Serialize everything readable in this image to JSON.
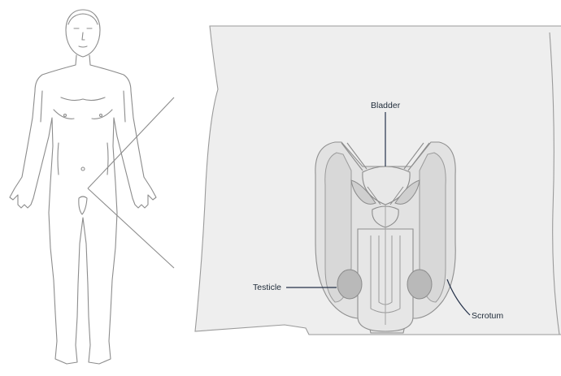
{
  "labels": {
    "bladder": "Bladder",
    "testicle": "Testicle",
    "scrotum": "Scrotum"
  },
  "colors": {
    "outline": "#8a8a8a",
    "panel_fill": "#eeeeee",
    "organ_fill": "#dcdcdc",
    "testicle_fill": "#b9b9b9",
    "leader_line": "#25324a"
  }
}
